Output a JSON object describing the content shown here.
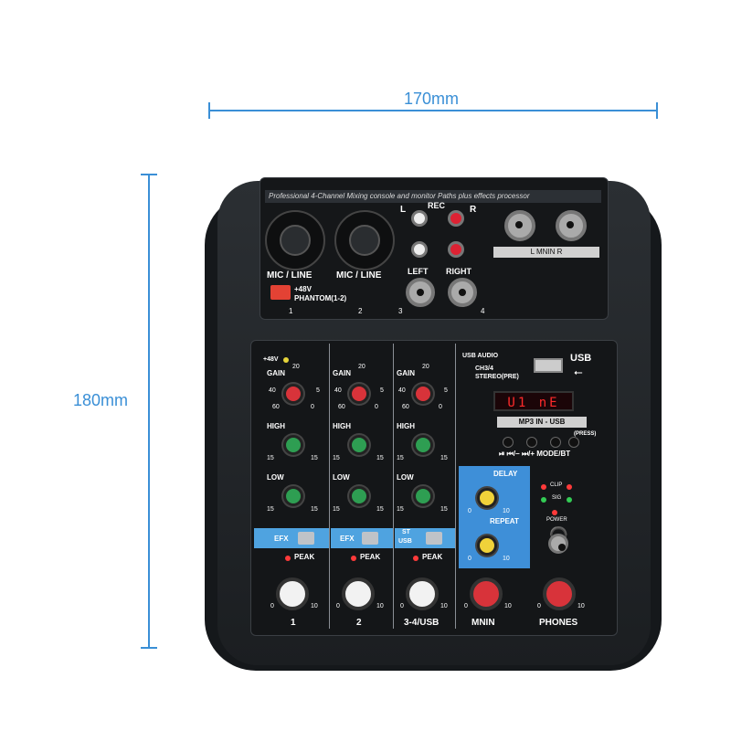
{
  "dimensions": {
    "width_label": "170mm",
    "height_label": "180mm"
  },
  "top_panel": {
    "banner": "Professional 4-Channel Mixing console and monitor Paths plus effects processor",
    "mic_line_1": "MIC / LINE",
    "mic_line_2": "MIC / LINE",
    "phantom_plus": "+48V",
    "phantom": "PHANTOM(1-2)",
    "ch1": "1",
    "ch2": "2",
    "l": "L",
    "rec": "REC",
    "r": "R",
    "left": "LEFT",
    "right": "RIGHT",
    "j3": "3",
    "j4": "4",
    "mnin_box": "L  MNIN  R"
  },
  "main_panel": {
    "v48": "+48V",
    "gain": "GAIN",
    "high": "HIGH",
    "low": "LOW",
    "peak": "PEAK",
    "efx": "EFX",
    "st": "ST",
    "usb_sw": "USB",
    "ch_labels": [
      "1",
      "2",
      "3-4/USB"
    ],
    "scale_gain_top": "20",
    "scale_gain_left": "40",
    "scale_gain_right": "5",
    "scale_gain_bl": "60",
    "scale_gain_br": "0",
    "scale_eq_l": "15",
    "scale_eq_r": "15",
    "scale_lvl_l": "0",
    "scale_lvl_r": "10",
    "usb_audio": "USB AUDIO",
    "ch34": "CH3/4",
    "stereo_pre": "STEREO(PRE)",
    "usb": "USB",
    "display": "U1 nE",
    "mp3in": "MP3 IN",
    "mp3_usb": "USB",
    "press": "(PRESS)",
    "transport": "⏯  ⏮/−  ⏭/+  MODE/BT",
    "delay": "DELAY",
    "repeat": "REPEAT",
    "clip": "CLIP",
    "sig": "SIG",
    "power": "POWER",
    "mnin": "MNIN",
    "phones": "PHONES",
    "fx0": "0",
    "fx10": "10"
  }
}
